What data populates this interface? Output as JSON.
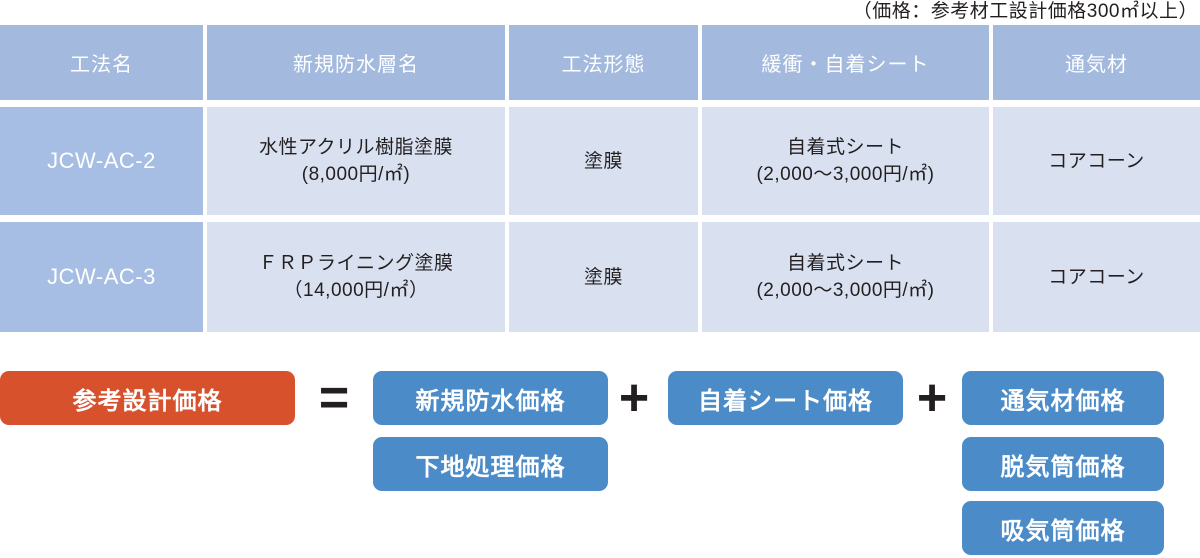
{
  "note": "（価格：参考材工設計価格300㎡以上）",
  "table": {
    "headers": [
      "工法名",
      "新規防水層名",
      "工法形態",
      "緩衝・自着シート",
      "通気材"
    ],
    "rows": [
      {
        "method": "JCW-AC-2",
        "layer_name": "水性アクリル樹脂塗膜",
        "layer_price": "(8,000円/㎡)",
        "form": "塗膜",
        "sheet_name": "自着式シート",
        "sheet_price": "(2,000～3,000円/㎡)",
        "vent": "コアコーン"
      },
      {
        "method": "JCW-AC-3",
        "layer_name": "ＦＲＰライニング塗膜",
        "layer_price": "（14,000円/㎡）",
        "form": "塗膜",
        "sheet_name": "自着式シート",
        "sheet_price": "(2,000～3,000円/㎡)",
        "vent": "コアコーン"
      }
    ]
  },
  "formula": {
    "result": "参考設計価格",
    "equals": "=",
    "plus": "+",
    "new_waterproof": "新規防水価格",
    "base_treatment": "下地処理価格",
    "adhesive_sheet": "自着シート価格",
    "vent_material": "通気材価格",
    "deaeration_pipe": "脱気筒価格",
    "intake_pipe": "吸気筒価格"
  },
  "colors": {
    "header_blue": "#a3bade",
    "row_label_blue": "#a6bee3",
    "cell_blue": "#d9e1f1",
    "accent_red": "#d7512d",
    "accent_blue": "#4b8bc8",
    "text_dark": "#231f20"
  }
}
